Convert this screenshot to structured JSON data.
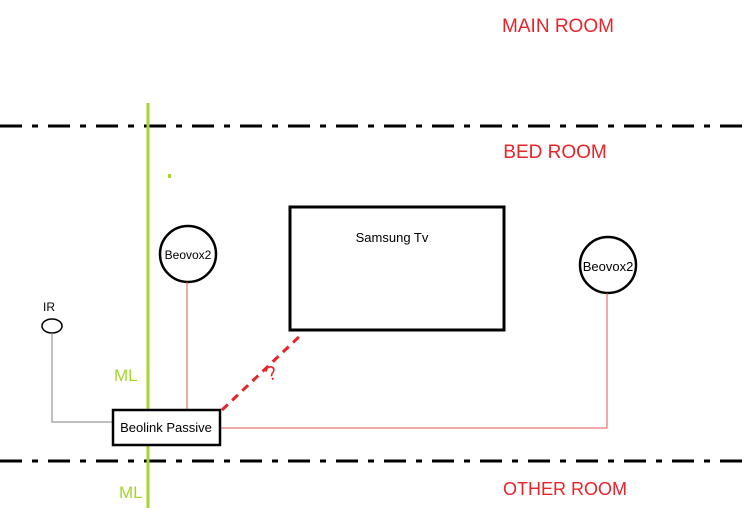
{
  "rooms": {
    "main": "MAIN ROOM",
    "bed": "BED ROOM",
    "other": "OTHER ROOM"
  },
  "devices": {
    "tv": "Samsung Tv",
    "speaker_left": "Beovox2",
    "speaker_right": "Beovox2",
    "beolink": "Beolink Passive",
    "ir": "IR"
  },
  "cable": {
    "ml_top": "ML",
    "ml_bottom": "ML",
    "unknown": "?"
  },
  "colors": {
    "room_label": "#e8232a",
    "wall": "#000000",
    "ml_line": "#a6d62e",
    "wire_red": "#e05050",
    "wire_gray": "#808080",
    "dashed_red": "#e8232a"
  }
}
